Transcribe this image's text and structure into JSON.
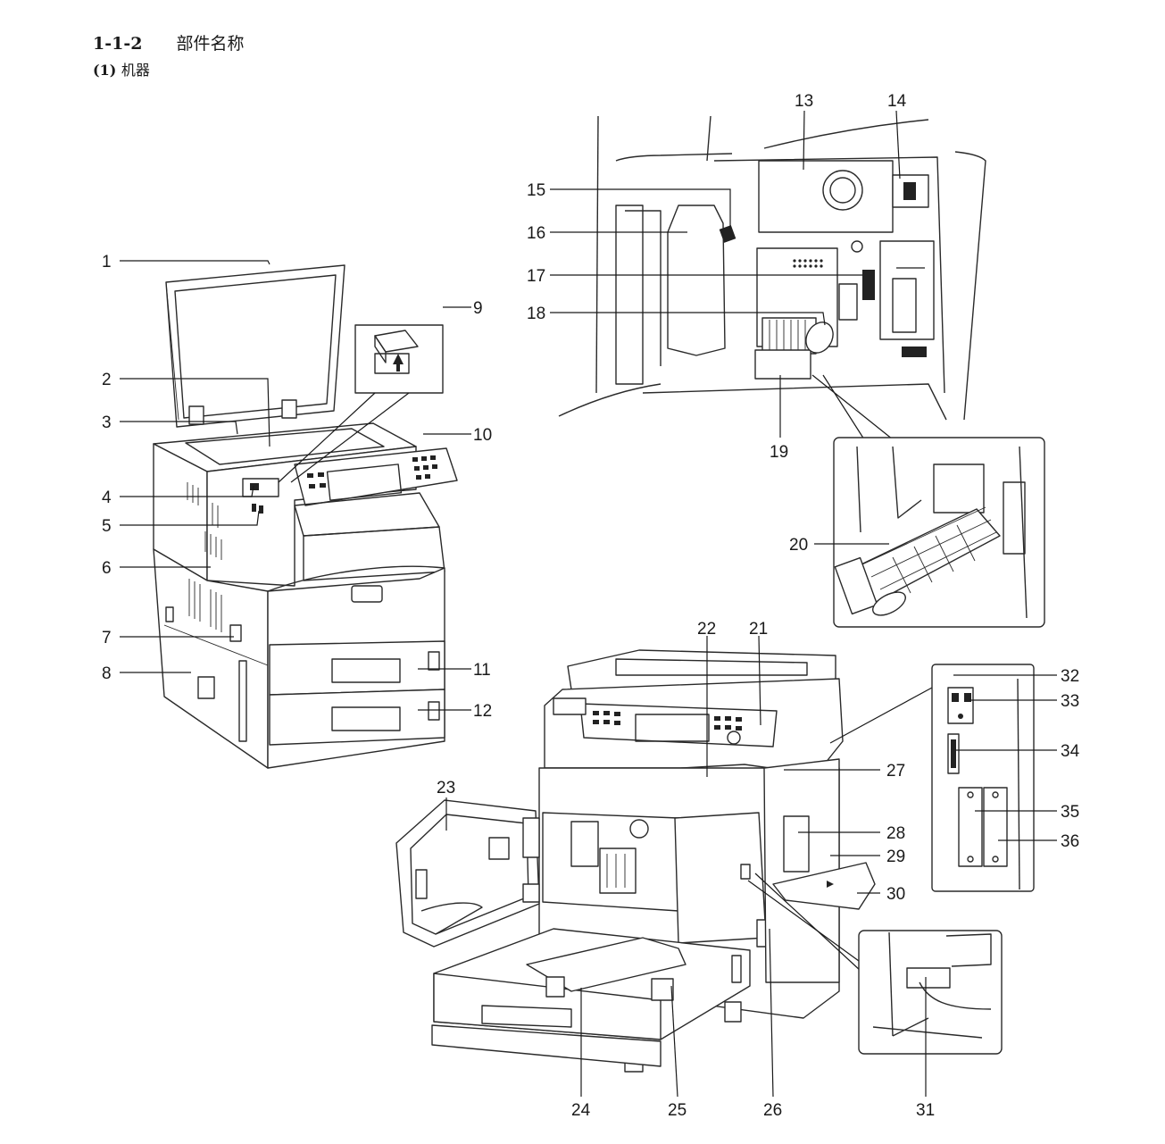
{
  "section": {
    "number": "1-1-2",
    "title": "部件名称"
  },
  "subsection": {
    "prefix": "(1)",
    "label": "机器"
  },
  "callouts": [
    "1",
    "2",
    "3",
    "4",
    "5",
    "6",
    "7",
    "8",
    "9",
    "10",
    "11",
    "12",
    "13",
    "14",
    "15",
    "16",
    "17",
    "18",
    "19",
    "20",
    "21",
    "22",
    "23",
    "24",
    "25",
    "26",
    "27",
    "28",
    "29",
    "30",
    "31",
    "32",
    "33",
    "34",
    "35",
    "36"
  ]
}
